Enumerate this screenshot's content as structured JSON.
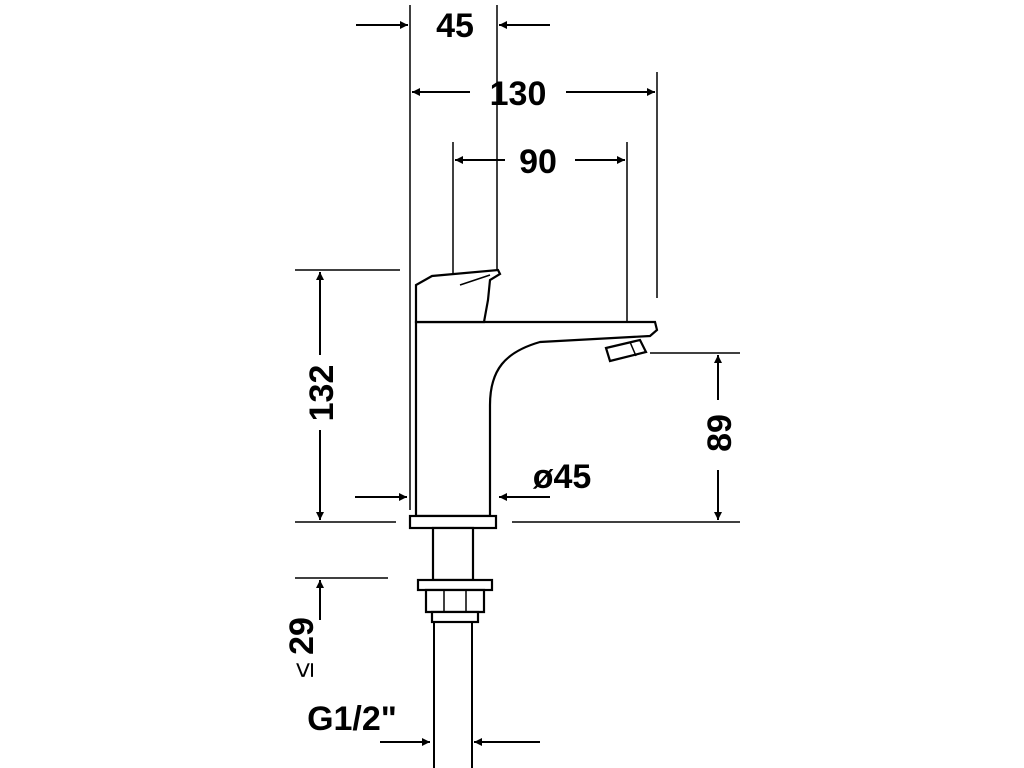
{
  "dimensions": {
    "top_width_label": "45",
    "overall_length_label": "130",
    "spout_reach_label": "90",
    "overall_height_label": "132",
    "outlet_height_label": "89",
    "body_diameter_label": "ø45",
    "thread_length_label": "29",
    "thread_length_prefix": "≤",
    "connection_thread_label": "G1/2\""
  }
}
